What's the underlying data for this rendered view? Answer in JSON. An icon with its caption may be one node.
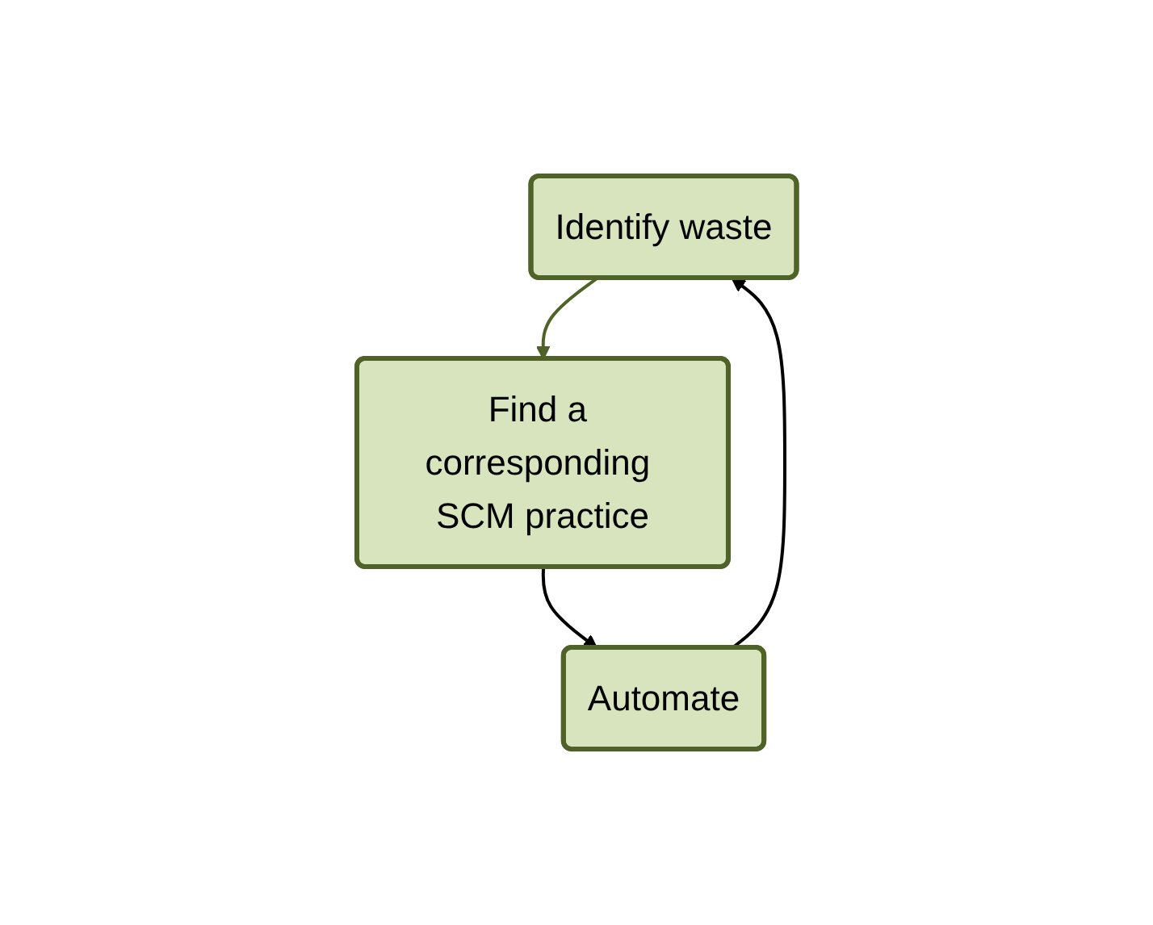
{
  "diagram": {
    "nodes": [
      {
        "text": [
          "Identify waste"
        ]
      },
      {
        "text": [
          "Find a corresponding SCM practice"
        ]
      },
      {
        "text": [
          "Automate"
        ]
      }
    ],
    "edges": [
      {
        "from": 0,
        "to": 1,
        "arrow": "to",
        "color": "#4f6228"
      },
      {
        "from": 1,
        "to": 2,
        "arrow": "to"
      },
      {
        "from": 2,
        "to": 0,
        "arrow": "to"
      }
    ]
  }
}
